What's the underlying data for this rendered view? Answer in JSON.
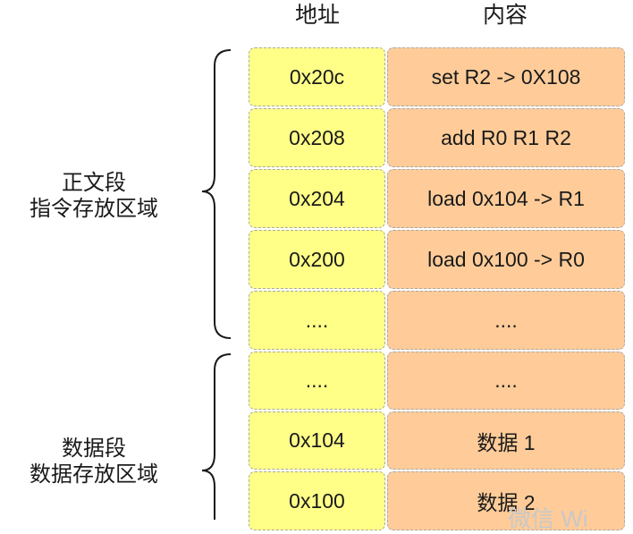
{
  "header": {
    "address": "地址",
    "content": "内容"
  },
  "sections": [
    {
      "title": "正文段",
      "subtitle": "指令存放区域",
      "rows": [
        {
          "address": "0x20c",
          "content": "set R2 -> 0X108"
        },
        {
          "address": "0x208",
          "content": "add R0 R1 R2"
        },
        {
          "address": "0x204",
          "content": "load 0x104 -> R1"
        },
        {
          "address": "0x200",
          "content": "load 0x100 -> R0"
        },
        {
          "address": "....",
          "content": "...."
        }
      ]
    },
    {
      "title": "数据段",
      "subtitle": "数据存放区域",
      "rows": [
        {
          "address": "....",
          "content": "...."
        },
        {
          "address": "0x104",
          "content": "数据 1"
        },
        {
          "address": "0x100",
          "content": "数据 2"
        }
      ]
    }
  ],
  "colors": {
    "address_cell": "#ffff88",
    "content_cell": "#ffcc99",
    "border": "#a8a8a8"
  },
  "watermark": "微信 Wi"
}
